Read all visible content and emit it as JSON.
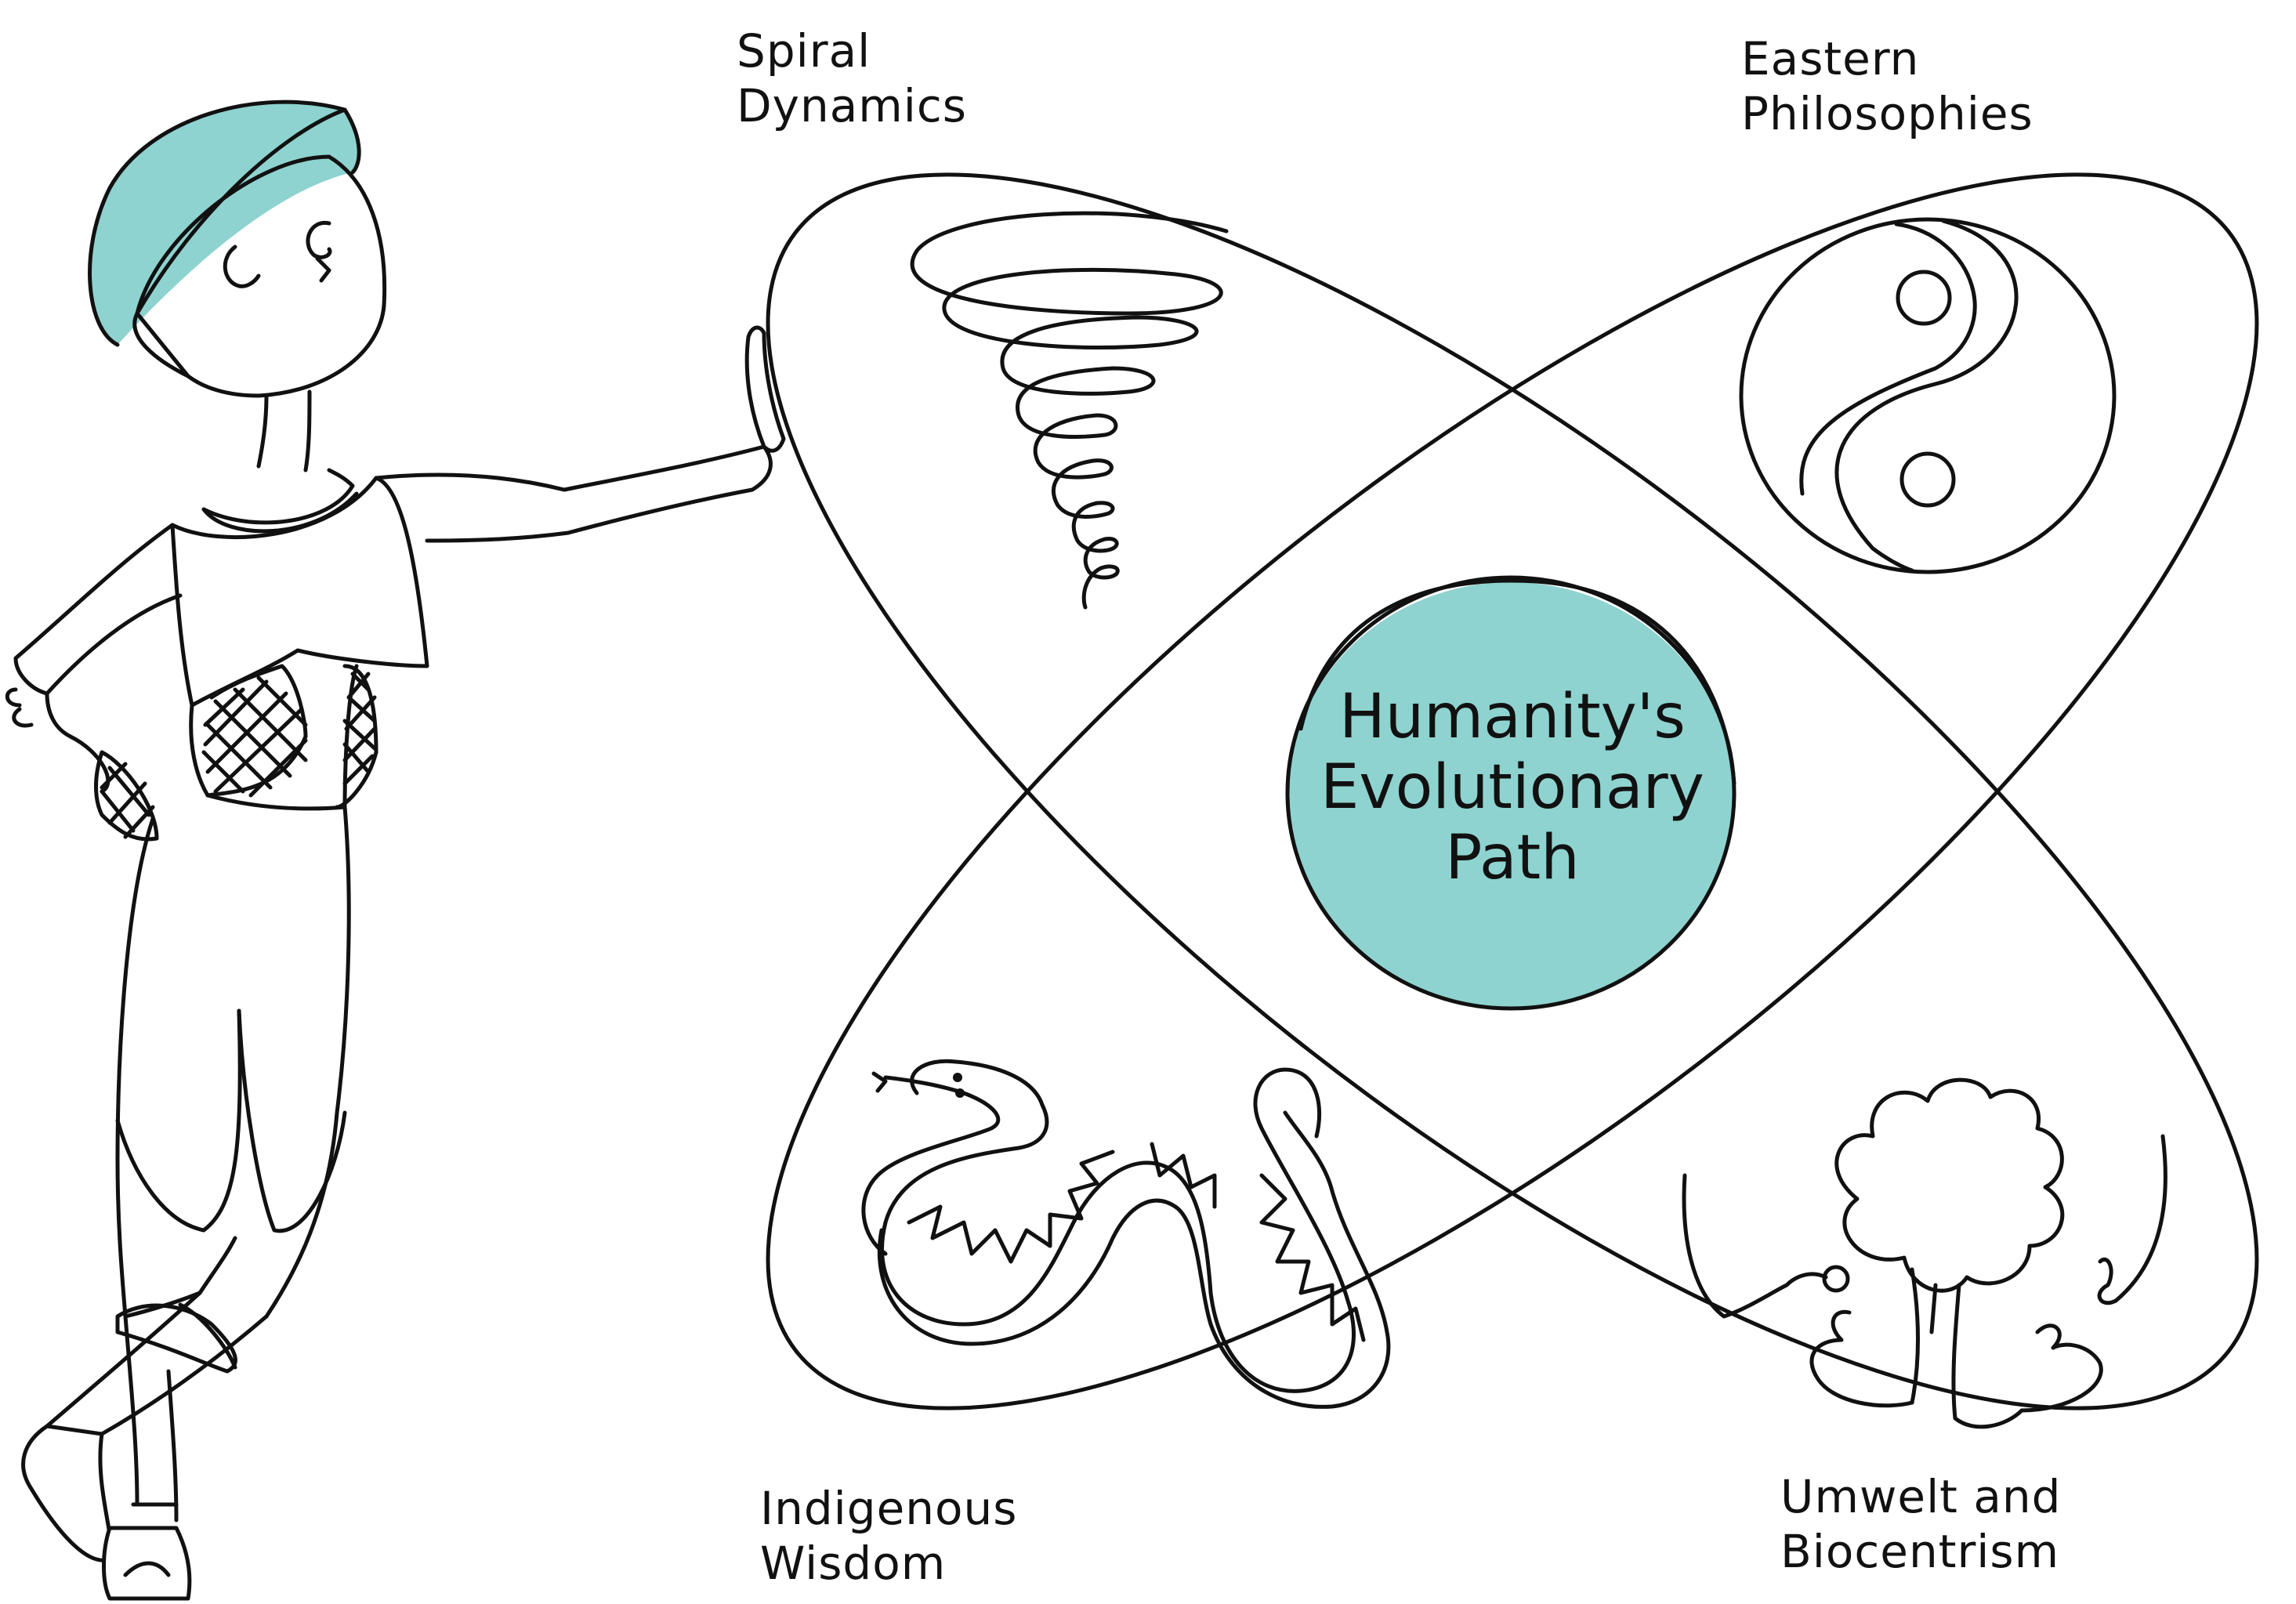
{
  "center": {
    "line1": "Humanity's",
    "line2": "Evolutionary",
    "line3": "Path"
  },
  "petals": {
    "top_left": {
      "line1": "Spiral",
      "line2": "Dynamics",
      "icon": "spiral-icon"
    },
    "top_right": {
      "line1": "Eastern",
      "line2": "Philosophies",
      "icon": "yin-yang-icon"
    },
    "bottom_left": {
      "line1": "Indigenous",
      "line2": "Wisdom",
      "icon": "snake-icon"
    },
    "bottom_right": {
      "line1": "Umwelt and",
      "line2": "Biocentrism",
      "icon": "tree-with-hands-icon"
    }
  },
  "colors": {
    "accent": "#8ED3CF",
    "stroke": "#111111",
    "background": "#FFFFFF"
  }
}
